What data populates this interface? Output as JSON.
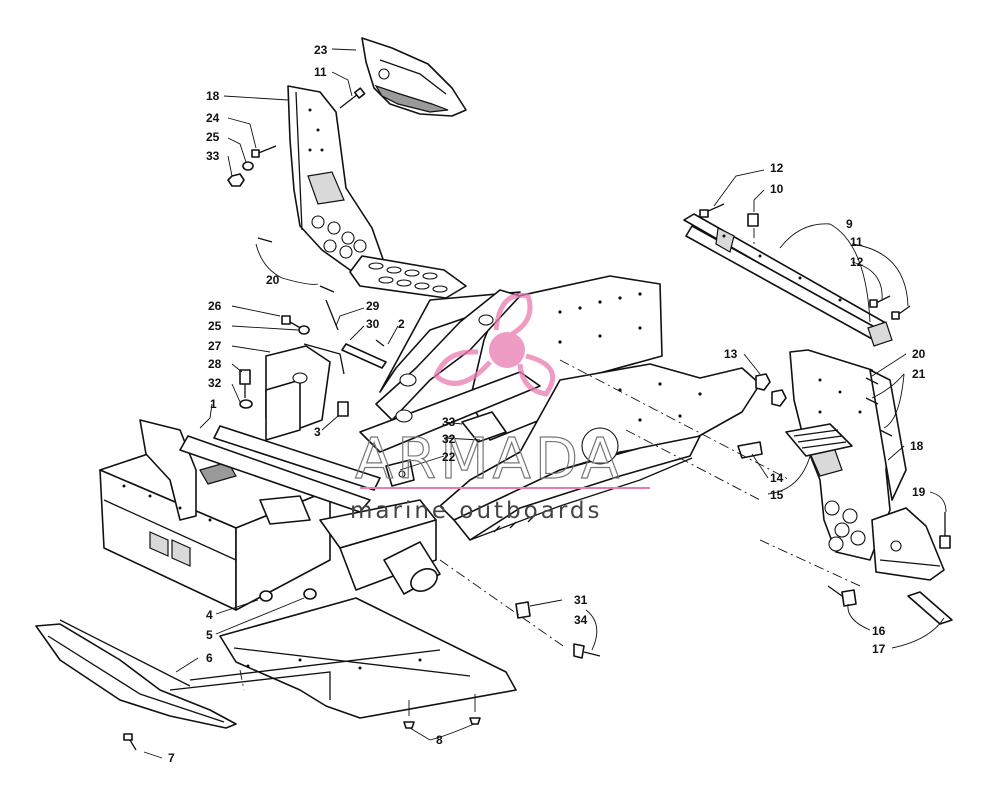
{
  "diagram": {
    "callouts": [
      {
        "id": "c23",
        "label": "23"
      },
      {
        "id": "c11a",
        "label": "11"
      },
      {
        "id": "c18a",
        "label": "18"
      },
      {
        "id": "c24",
        "label": "24"
      },
      {
        "id": "c25a",
        "label": "25"
      },
      {
        "id": "c33a",
        "label": "33"
      },
      {
        "id": "c20a",
        "label": "20"
      },
      {
        "id": "c26",
        "label": "26"
      },
      {
        "id": "c25b",
        "label": "25"
      },
      {
        "id": "c27",
        "label": "27"
      },
      {
        "id": "c28",
        "label": "28"
      },
      {
        "id": "c32a",
        "label": "32"
      },
      {
        "id": "c29",
        "label": "29"
      },
      {
        "id": "c30",
        "label": "30"
      },
      {
        "id": "c2",
        "label": "2"
      },
      {
        "id": "c1",
        "label": "1"
      },
      {
        "id": "c3",
        "label": "3"
      },
      {
        "id": "c33b",
        "label": "33"
      },
      {
        "id": "c32b",
        "label": "32"
      },
      {
        "id": "c22",
        "label": "22"
      },
      {
        "id": "c4",
        "label": "4"
      },
      {
        "id": "c5",
        "label": "5"
      },
      {
        "id": "c6",
        "label": "6"
      },
      {
        "id": "c7",
        "label": "7"
      },
      {
        "id": "c8",
        "label": "8"
      },
      {
        "id": "c31",
        "label": "31"
      },
      {
        "id": "c34",
        "label": "34"
      },
      {
        "id": "c12a",
        "label": "12"
      },
      {
        "id": "c10",
        "label": "10"
      },
      {
        "id": "c9",
        "label": "9"
      },
      {
        "id": "c11b",
        "label": "11"
      },
      {
        "id": "c12b",
        "label": "12"
      },
      {
        "id": "c13",
        "label": "13"
      },
      {
        "id": "c20b",
        "label": "20"
      },
      {
        "id": "c21",
        "label": "21"
      },
      {
        "id": "c14",
        "label": "14"
      },
      {
        "id": "c15",
        "label": "15"
      },
      {
        "id": "c18b",
        "label": "18"
      },
      {
        "id": "c19",
        "label": "19"
      },
      {
        "id": "c16",
        "label": "16"
      },
      {
        "id": "c17",
        "label": "17"
      }
    ]
  },
  "watermark": {
    "brand": "ARMADA",
    "tagline": "marine outboards",
    "logo_color": "#e97bb0"
  }
}
